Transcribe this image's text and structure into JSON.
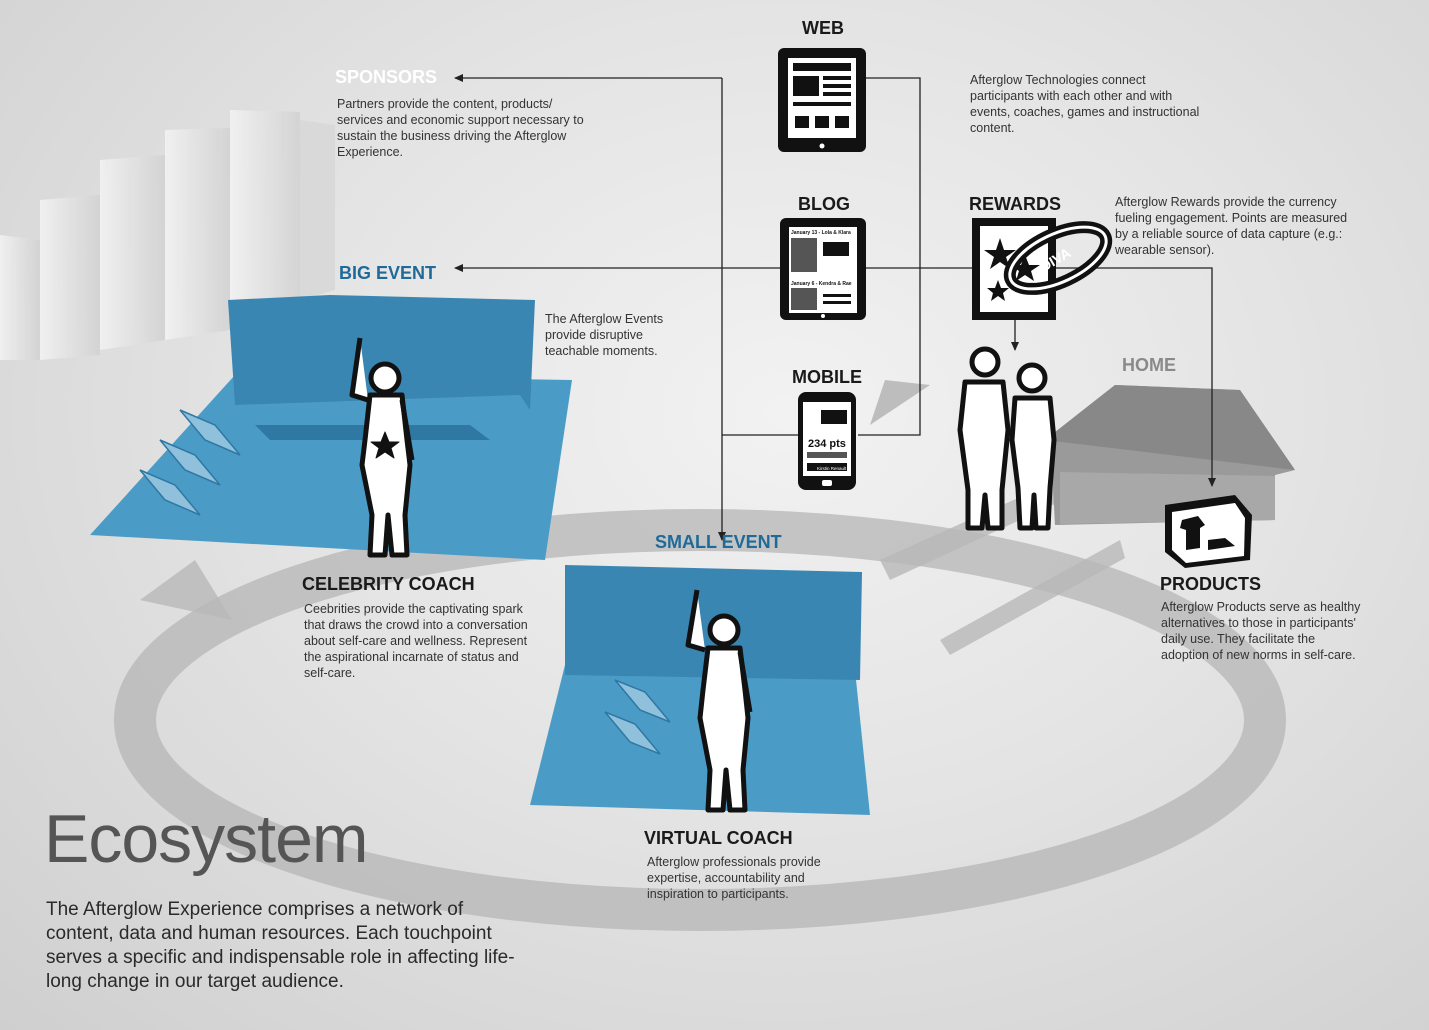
{
  "title": "Ecosystem",
  "intro": "The Afterglow Experience comprises a network of content, data and human resources. Each touchpoint serves a specific and indispensable role in affecting life-long change in our target audience.",
  "labels": {
    "web": "WEB",
    "blog": "BLOG",
    "mobile": "MOBILE",
    "rewards": "REWARDS",
    "home": "HOME",
    "sponsors": "SPONSORS",
    "big_event": "BIG EVENT",
    "small_event": "SMALL EVENT",
    "celebrity_coach": "CELEBRITY COACH",
    "virtual_coach": "VIRTUAL COACH",
    "products": "PRODUCTS"
  },
  "descriptions": {
    "sponsors": "Partners provide the content, products/ services and economic support necessary to sustain the business driving the Afterglow Experience.",
    "web": "Afterglow Technologies connect participants with each other and with events, coaches, games and instructional content.",
    "rewards": "Afterglow Rewards provide the currency fueling engagement. Points are measured by a reliable source of data capture (e.g.: wearable sensor).",
    "big_event": "The Afterglow Events provide disruptive teachable moments.",
    "celebrity_coach": "Ceebrities provide the captivating spark that draws the crowd into a conversation about self-care and wellness. Represent the aspirational incarnate of status and self-care.",
    "products": "Afterglow Products serve as healthy alternatives to those in participants' daily use. They facilitate the adoption of new norms in self-care.",
    "virtual_coach": "Afterglow professionals provide expertise, accountability and inspiration to participants."
  },
  "device_text": {
    "blog_entry_1": "January 13 - Lola & Klara",
    "blog_entry_2": "January 6 - Kendra & Rae",
    "mobile_points": "234 pts",
    "mobile_user": "Kirstin Renault",
    "band_text": "DIVA"
  },
  "colors": {
    "stage_blue": "#4a9cc7",
    "stage_dark": "#3a86b3",
    "label_blue": "#1f6a99",
    "ink": "#1a1a1a"
  }
}
